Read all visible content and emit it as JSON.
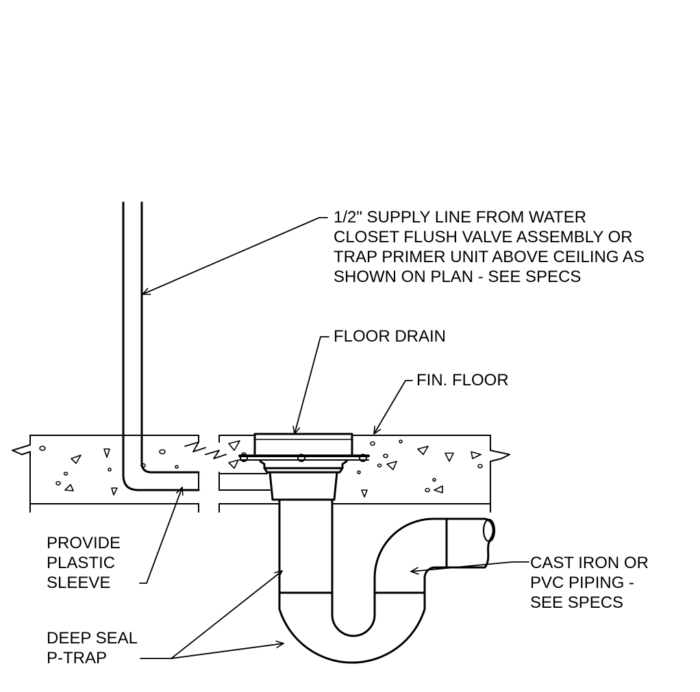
{
  "labels": {
    "supply_line": [
      "1/2\" SUPPLY LINE FROM WATER",
      "CLOSET FLUSH VALVE ASSEMBLY OR",
      "TRAP PRIMER UNIT ABOVE CEILING AS",
      "SHOWN ON PLAN - SEE SPECS"
    ],
    "floor_drain": [
      "FLOOR DRAIN"
    ],
    "fin_floor": [
      "FIN. FLOOR"
    ],
    "plastic_sleeve": [
      "PROVIDE",
      "PLASTIC",
      "SLEEVE"
    ],
    "piping": [
      "CAST IRON OR",
      "PVC PIPING -",
      "SEE SPECS"
    ],
    "p_trap": [
      "DEEP SEAL",
      "P-TRAP"
    ]
  },
  "colors": {
    "line": "#000000",
    "background": "#ffffff"
  }
}
